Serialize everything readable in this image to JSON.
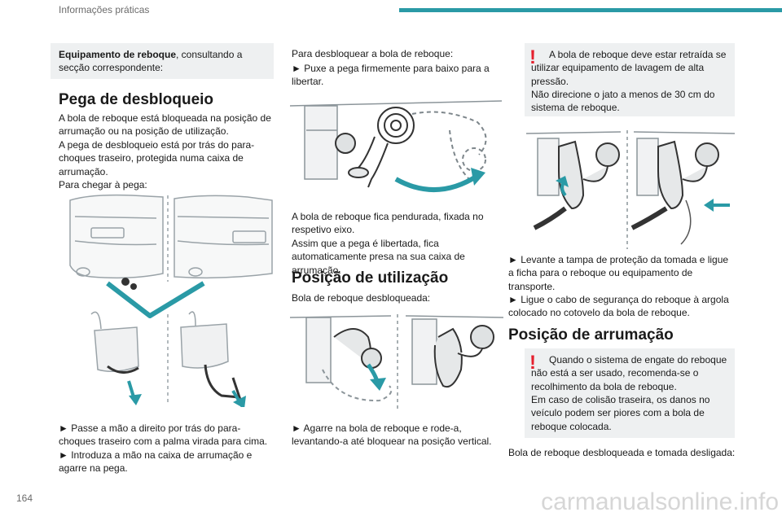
{
  "header": {
    "section_title": "Informações práticas",
    "accent_color": "#2a9aa6"
  },
  "page_number": "164",
  "watermark": "carmanualsonline.info",
  "col1": {
    "box_bold": "Equipamento de reboque",
    "box_rest": ", consultando a secção correspondente:",
    "heading": "Pega de desbloqueio",
    "para1": "A bola de reboque está bloqueada na posição de arrumação ou na posição de utilização.",
    "para2": "A pega de desbloqueio está por trás do para-choques traseiro, protegida numa caixa de arrumação.",
    "para3": "Para chegar à pega:",
    "step1": "► Passe a mão a direito por trás do para-choques traseiro com a palma virada para cima.",
    "step2": "► Introduza a mão na caixa de arrumação e agarre na pega."
  },
  "col2": {
    "intro": "Para desbloquear a bola de reboque:",
    "step1": "► Puxe a pega firmemente para baixo para a libertar.",
    "para1": "A bola de reboque fica pendurada, fixada no respetivo eixo.",
    "para2": "Assim que a pega é libertada, fica automaticamente presa na sua caixa de arrumação.",
    "heading": "Posição de utilização",
    "para3": "Bola de reboque desbloqueada:",
    "step2": "► Agarre na bola de reboque e rode-a, levantando-a até bloquear na posição vertical."
  },
  "col3": {
    "warn1_l1": "A bola de reboque deve estar retraída se utilizar equipamento de lavagem de alta pressão.",
    "warn1_l2": "Não direcione o jato a menos de 30 cm do sistema de reboque.",
    "step1": "► Levante a tampa de proteção da tomada e ligue a ficha para o reboque ou equipamento de transporte.",
    "step2": "► Ligue o cabo de segurança do reboque à argola colocado no cotovelo da bola de reboque.",
    "heading": "Posição de arrumação",
    "warn2_l1": "Quando o sistema de engate do reboque não está a ser usado, recomenda-se o recolhimento da bola de reboque.",
    "warn2_l2": "Em caso de colisão traseira, os danos no veículo podem ser piores com a bola de reboque colocada.",
    "para1": "Bola de reboque desbloqueada e tomada desligada:"
  },
  "colors": {
    "warning": "#e5202e",
    "box_bg": "#eef0f1",
    "arrow": "#2a9aa6"
  }
}
